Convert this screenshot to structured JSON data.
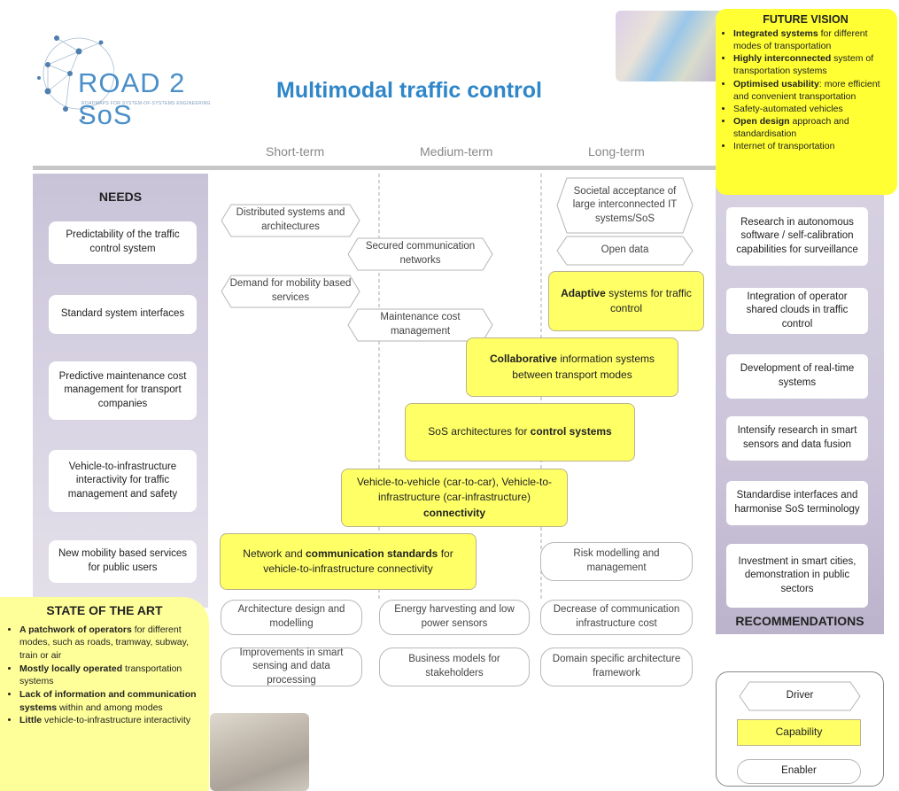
{
  "logo": {
    "name": "ROAD 2 SoS",
    "tagline": "ROADMAPS FOR SYSTEM-OF-SYSTEMS ENGINEERING"
  },
  "title": "Multimodal traffic control",
  "phases": [
    "Short-term",
    "Medium-term",
    "Long-term"
  ],
  "needs": {
    "header": "NEEDS",
    "items": [
      "Predictability of the traffic control system",
      "Standard system interfaces",
      "Predictive maintenance cost management for transport companies",
      "Vehicle-to-infrastructure interactivity for traffic management and safety",
      "New mobility based services for public users"
    ]
  },
  "state_of_the_art": {
    "header": "STATE OF THE ART",
    "items": [
      {
        "bold": "A patchwork of operators",
        "rest": " for different modes, such as roads, tramway, subway, train or air"
      },
      {
        "bold": "Mostly locally operated",
        "rest": " transportation systems"
      },
      {
        "bold": "Lack of information and communication systems",
        "rest": " within and among modes"
      },
      {
        "bold": "Little",
        "rest": " vehicle-to-infrastructure interactivity"
      }
    ]
  },
  "future_vision": {
    "header": "FUTURE VISION",
    "items": [
      {
        "bold": "Integrated systems",
        "rest": " for different modes of transportation"
      },
      {
        "bold": "Highly interconnected",
        "rest": " system of transportation systems"
      },
      {
        "bold": "Optimised usability",
        "rest": ": more efficient and convenient transportation"
      },
      {
        "bold": "",
        "rest": "Safety-automated vehicles"
      },
      {
        "bold": "Open design",
        "rest": " approach and standardisation"
      },
      {
        "bold": "",
        "rest": "Internet of transportation"
      }
    ]
  },
  "recommendations": {
    "header": "RECOMMENDATIONS",
    "items": [
      "Research in autonomous software / self-calibration capabilities for surveillance",
      "Integration of operator shared clouds in traffic control",
      "Development of real-time systems",
      "Intensify research in smart sensors and data fusion",
      "Standardise interfaces and harmonise SoS terminology",
      "Investment in smart cities, demonstration in public sectors"
    ]
  },
  "drivers": [
    "Distributed systems and architectures",
    "Secured communication networks",
    "Demand for mobility based services",
    "Maintenance cost management",
    "Societal acceptance of large interconnected IT systems/SoS",
    "Open data"
  ],
  "capabilities": [
    {
      "pre": "",
      "bold": "Adaptive",
      "post": " systems for traffic control"
    },
    {
      "pre": "",
      "bold": "Collaborative",
      "post": " information systems between transport modes"
    },
    {
      "pre": "SoS architectures for ",
      "bold": "control systems",
      "post": ""
    },
    {
      "pre": "Vehicle-to-vehicle (car-to-car), Vehicle-to-infrastructure (car-infrastructure) ",
      "bold": "connectivity",
      "post": ""
    },
    {
      "pre": "Network and ",
      "bold": "communication standards",
      "post": " for vehicle-to-infrastructure connectivity"
    }
  ],
  "enablers": [
    "Risk modelling and management",
    "Architecture design and modelling",
    "Energy harvesting and low power sensors",
    "Decrease of communication infrastructure cost",
    "Improvements in smart sensing and data processing",
    "Business models for stakeholders",
    "Domain specific architecture framework"
  ],
  "legend": {
    "driver": "Driver",
    "capability": "Capability",
    "enabler": "Enabler"
  },
  "colors": {
    "capability": "#ffff66",
    "future_vision": "#ffff33",
    "title": "#2f86c8",
    "sidebar": "#ccc5da"
  }
}
